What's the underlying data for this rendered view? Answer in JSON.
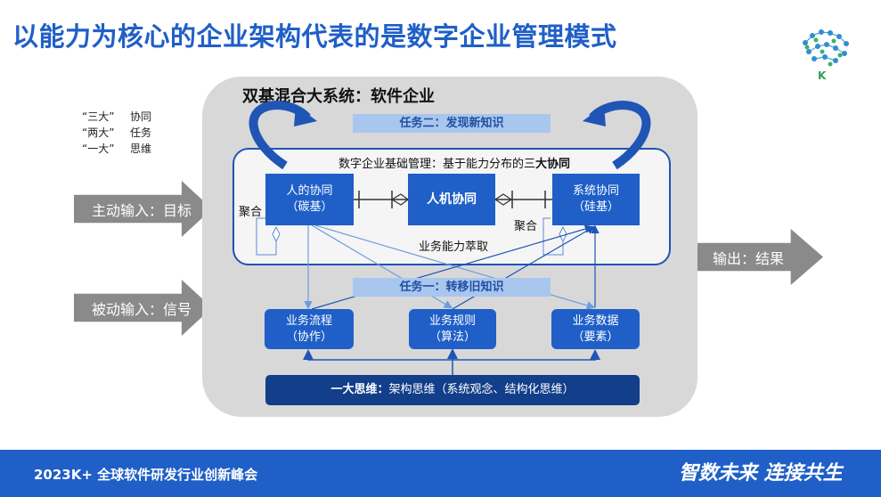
{
  "title": "以能力为核心的企业架构代表的是数字企业管理模式",
  "legend": [
    {
      "quote": "“三大”",
      "word": "协同"
    },
    {
      "quote": "“两大”",
      "word": "任务"
    },
    {
      "quote": "“一大”",
      "word": "思维"
    }
  ],
  "system_title": "双基混合大系统：软件企业",
  "task2": "任务二：发现新知识",
  "task1": "任务一：转移旧知识",
  "foundation": {
    "prefix": "数字企业基础管理：基于能力分布的三",
    "bold": "大协同"
  },
  "human_collab": {
    "line1": "人的协同",
    "line2": "（碳基）"
  },
  "hm_collab": "人机协同",
  "system_collab": {
    "line1": "系统协同",
    "line2": "（硅基）"
  },
  "juhe_left": "聚合",
  "juhe_right": "聚合",
  "extract": "业务能力萃取",
  "biz_flow": {
    "line1": "业务流程",
    "line2": "（协作）"
  },
  "biz_rule": {
    "line1": "业务规则",
    "line2": "（算法）"
  },
  "biz_data": {
    "line1": "业务数据",
    "line2": "（要素）"
  },
  "thinking": {
    "bold": "一大思维：",
    "rest": "架构思维（系统观念、结构化思维）"
  },
  "input_active": "主动输入：目标",
  "input_passive": "被动输入：信号",
  "output": "输出：结果",
  "footer": "2023K+ 全球软件研发行业创新峰会",
  "slogan": "智数未来 连接共生",
  "logo_letter": "K",
  "colors": {
    "accent": "#1f5fc7",
    "dark": "#123e8a",
    "light": "#a9c6ee",
    "arrow": "#8a8a8a"
  }
}
